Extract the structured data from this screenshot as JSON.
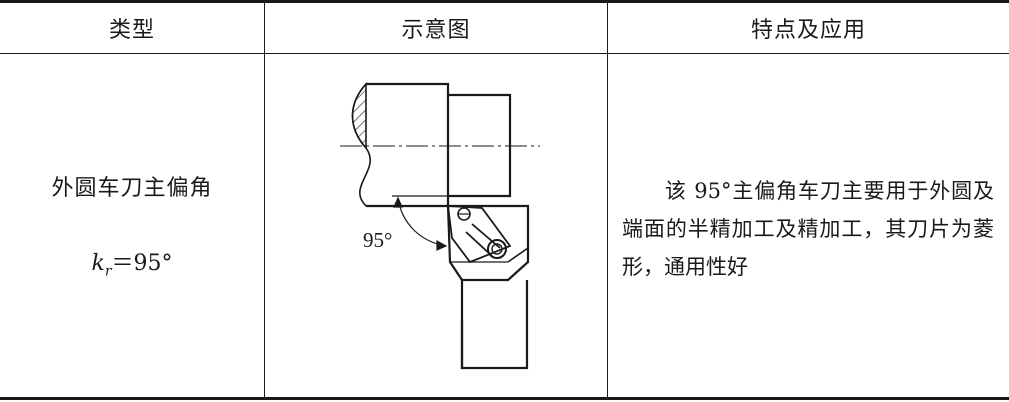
{
  "table": {
    "headers": [
      "类型",
      "示意图",
      "特点及应用"
    ],
    "row": {
      "type_name": "外圆车刀主偏角",
      "formula_symbol": "k",
      "formula_subscript": "r",
      "formula_value": "＝95°",
      "diagram_angle_label": "95°",
      "description": "该 95°主偏角车刀主要用于外圆及端面的半精加工及精加工，其刀片为菱形，通用性好"
    }
  }
}
